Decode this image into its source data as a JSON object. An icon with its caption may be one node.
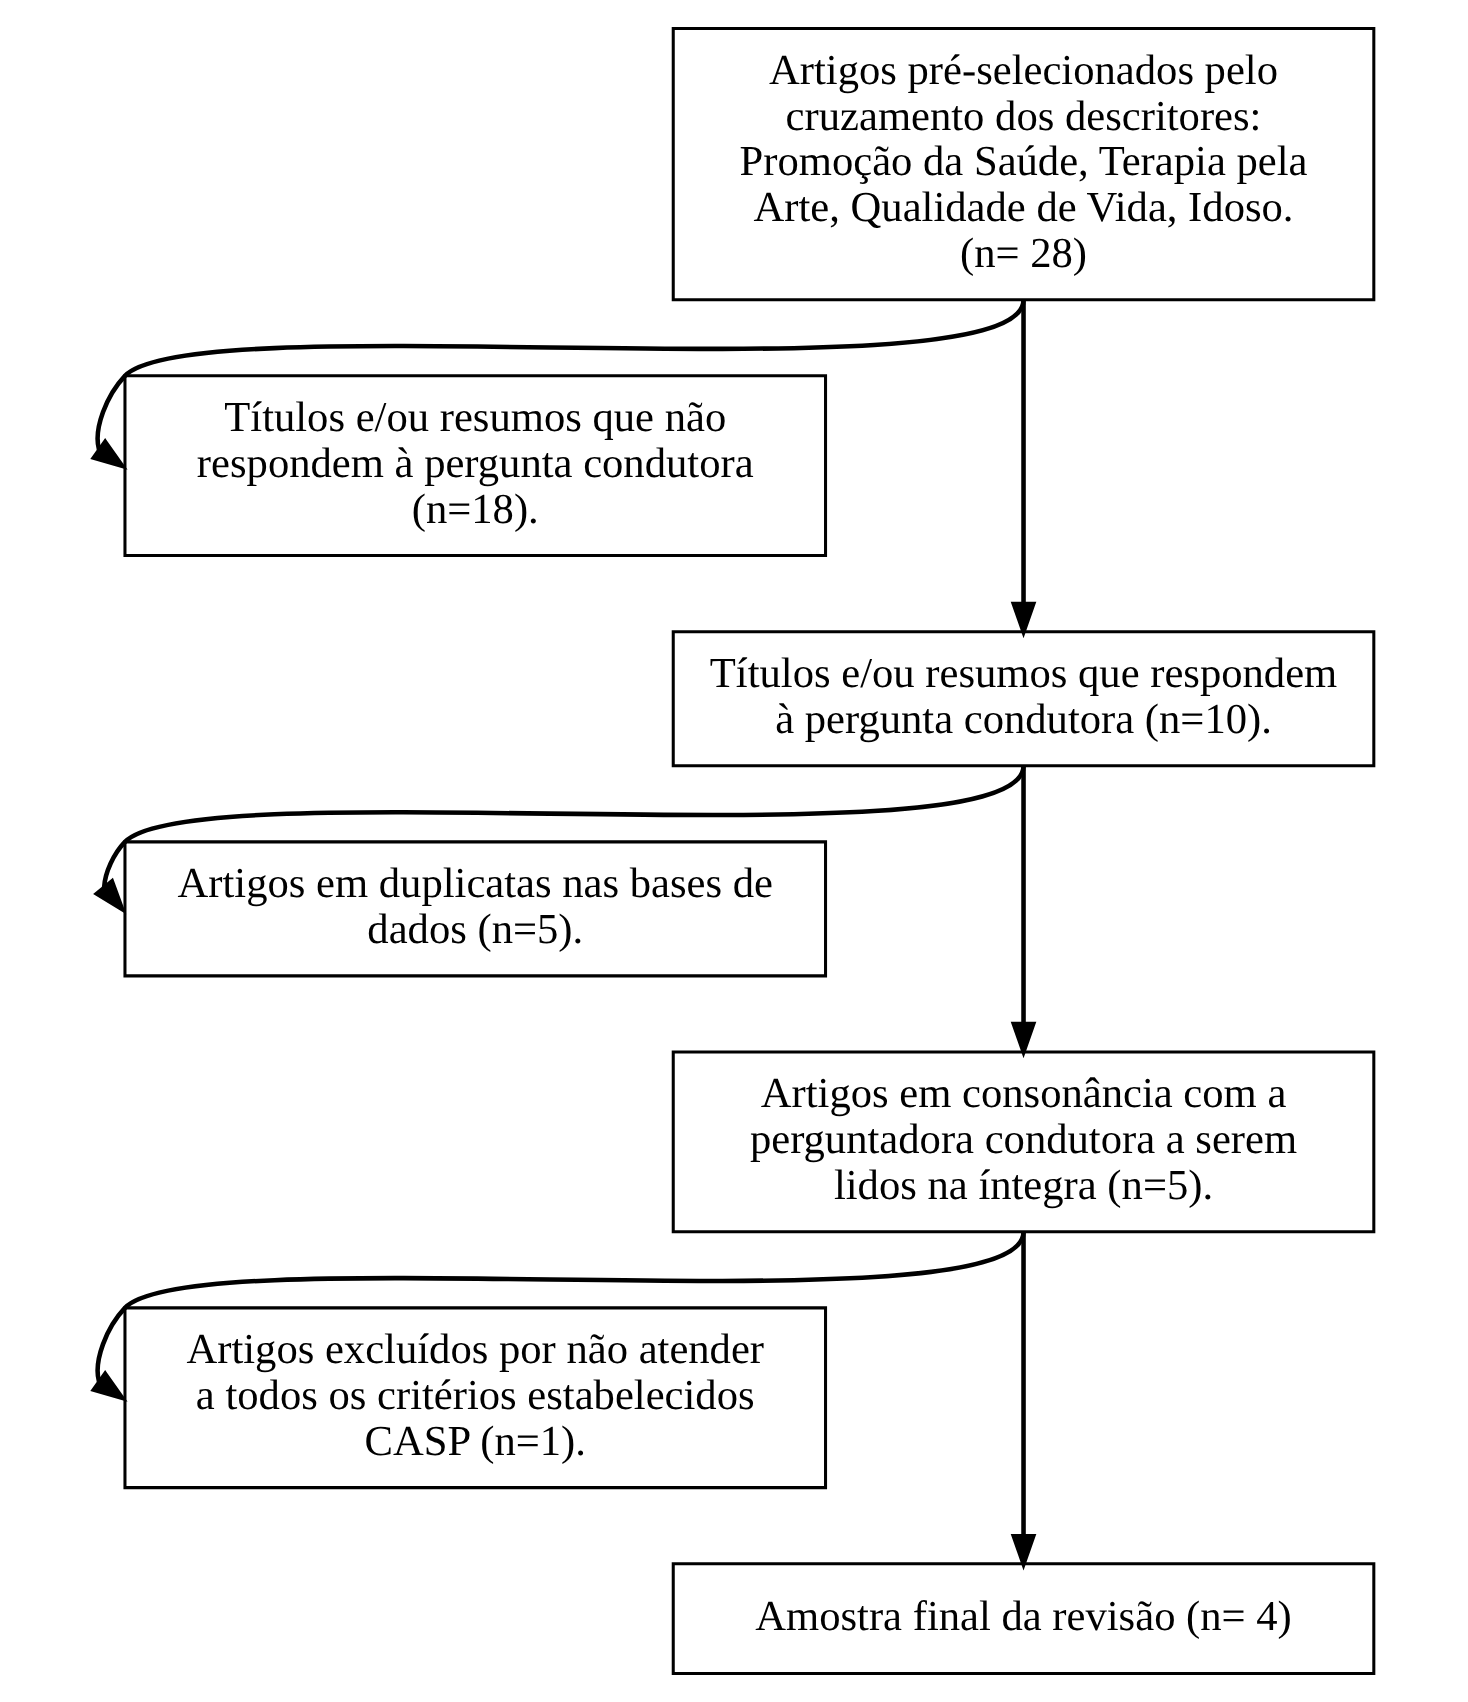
{
  "diagram": {
    "nodes": [
      {
        "text": [
          "Artigos pré-selecionados pelo cruzamento dos descritores: Promoção da Saúde, Terapia pela Arte, Qualidade de Vida, Idoso. (n= 28)"
        ]
      },
      {
        "text": [
          "Títulos e/ou resumos que não respondem à pergunta condutora (n=18)."
        ]
      },
      {
        "text": [
          "Títulos e/ou resumos que respondem à pergunta condutora (n=10)."
        ]
      },
      {
        "text": [
          "Artigos em duplicatas nas bases de dados (n=5)."
        ]
      },
      {
        "text": [
          "Artigos em consonância com a perguntadora condutora a serem lidos na íntegra (n=5)."
        ]
      },
      {
        "text": [
          "Artigos excluídos por não atender a todos os critérios estabelecidos CASP (n=1)."
        ]
      },
      {
        "text": [
          "Amostra final da revisão (n= 4)"
        ]
      }
    ],
    "edges": [
      {
        "from": 0,
        "to": 1,
        "arrow": "to"
      },
      {
        "from": 0,
        "to": 2,
        "arrow": "to"
      },
      {
        "from": 2,
        "to": 3,
        "arrow": "to"
      },
      {
        "from": 2,
        "to": 4,
        "arrow": "to"
      },
      {
        "from": 4,
        "to": 5,
        "arrow": "to"
      },
      {
        "from": 4,
        "to": 6,
        "arrow": "to"
      }
    ]
  }
}
